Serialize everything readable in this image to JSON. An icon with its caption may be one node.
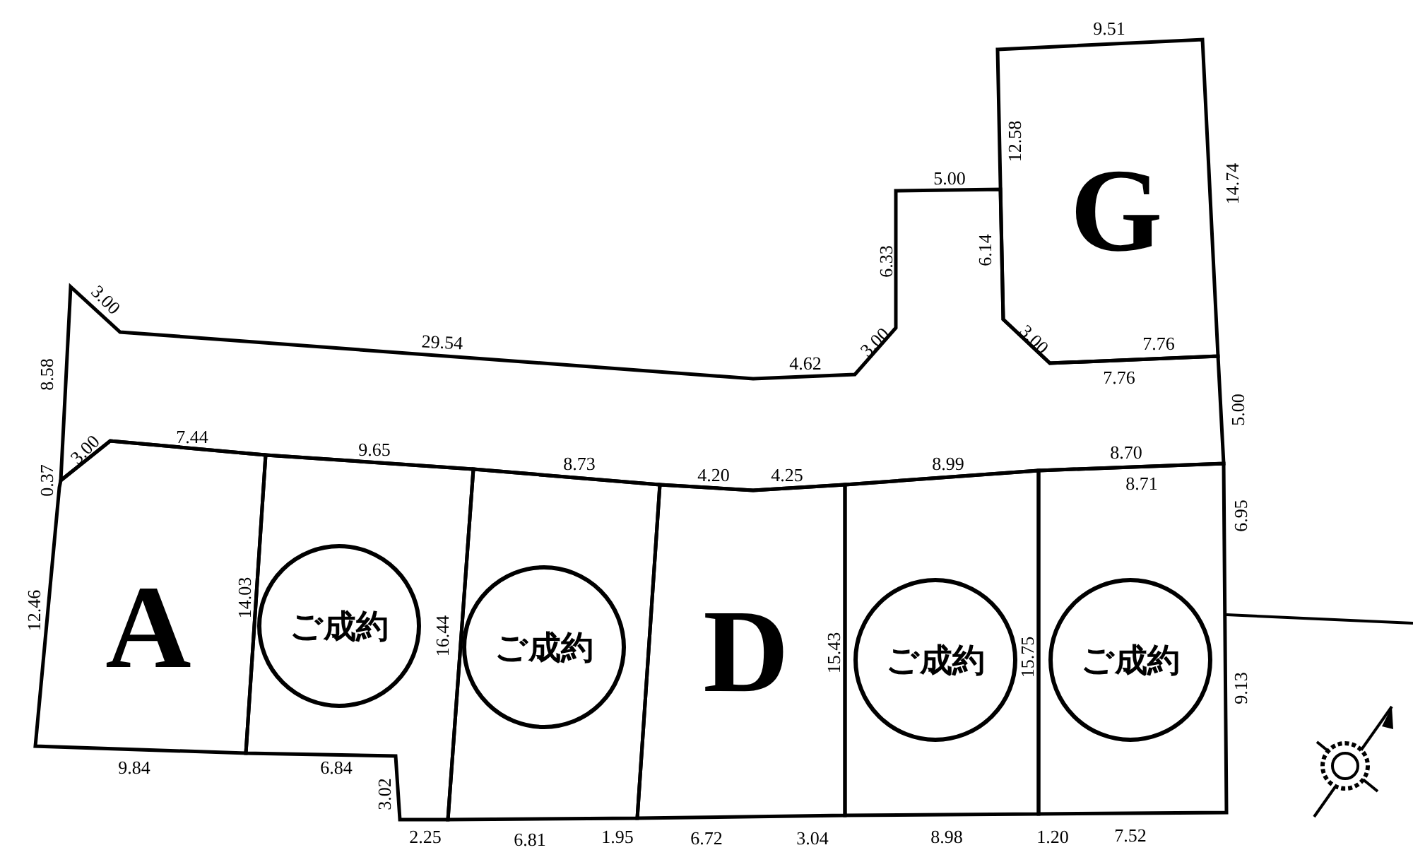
{
  "diagram": {
    "nodes": [
      {
        "text": [
          "G"
        ]
      },
      {
        "text": [
          "A"
        ]
      },
      {
        "text": [],
        "shape": "box"
      },
      {
        "text": [
          "ご成約"
        ],
        "in": 2
      },
      {
        "text": [],
        "shape": "box"
      },
      {
        "text": [
          "ご成約"
        ],
        "in": 4
      },
      {
        "text": [
          "D"
        ]
      },
      {
        "text": [],
        "shape": "box"
      },
      {
        "text": [
          "ご成約"
        ],
        "in": 7
      },
      {
        "text": [],
        "shape": "box"
      },
      {
        "text": [
          "ご成約"
        ],
        "in": 9
      }
    ],
    "labels": [
      "9.51",
      "12.58",
      "14.74",
      "5.00",
      "6.33",
      "6.14",
      "3.00",
      "29.54",
      "3.00",
      "7.76",
      "4.62",
      "3.00",
      "7.76",
      "8.58",
      "5.00",
      "3.00",
      "7.44",
      "9.65",
      "8.73",
      "4.20",
      "4.25",
      "8.99",
      "8.70",
      "8.71",
      "0.37",
      "6.95",
      "12.46",
      "14.03",
      "16.44",
      "15.43",
      "15.75",
      "9.13",
      "9.84",
      "6.84",
      "3.02",
      "2.25",
      "6.81",
      "1.95",
      "6.72",
      "3.04",
      "8.98",
      "1.20",
      "7.52"
    ]
  }
}
